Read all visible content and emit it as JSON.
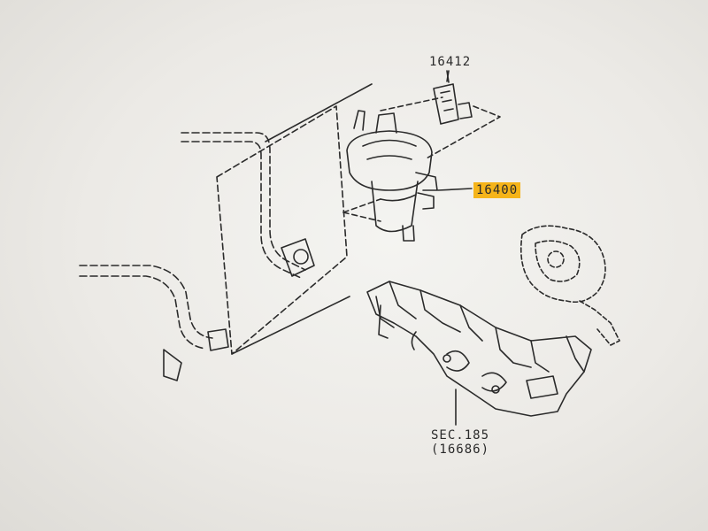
{
  "labels": {
    "part_16412": "16412",
    "part_16400": "16400",
    "sec_ref": "SEC.185",
    "sec_sub": "(16686)"
  },
  "colors": {
    "line": "#2b2b2b",
    "highlight": "#f5b41a",
    "paper": "#f1f0ec"
  }
}
